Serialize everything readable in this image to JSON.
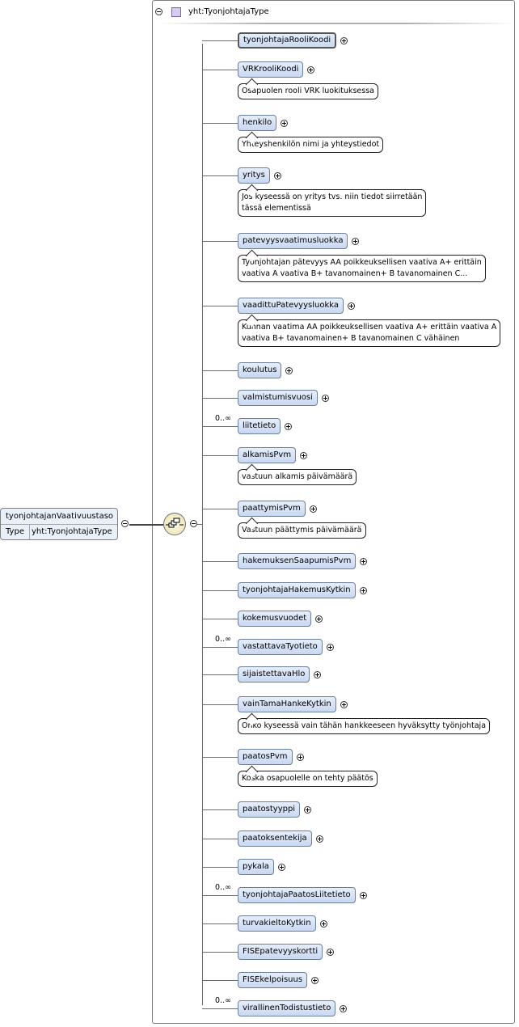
{
  "root": {
    "name": "tyonjohtajanVaativuustaso",
    "type_label": "Type",
    "type_value": "yht:TyonjohtajaType"
  },
  "type_title": "yht:TyonjohtajaType",
  "elements": [
    {
      "label": "tyonjohtajaRooliKoodi",
      "mult": "",
      "note": []
    },
    {
      "label": "VRKrooliKoodi",
      "mult": "",
      "note": [
        "Osapuolen rooli VRK luokituksessa"
      ]
    },
    {
      "label": "henkilo",
      "mult": "",
      "note": [
        "Yhteyshenkilön nimi ja yhteystiedot"
      ]
    },
    {
      "label": "yritys",
      "mult": "",
      "note": [
        "Jos kyseessä on yritys tvs. niin tiedot siirretään",
        "tässä elementissä"
      ]
    },
    {
      "label": "patevyysvaatimusluokka",
      "mult": "",
      "note": [
        "Työnjohtajan pätevyys AA poikkeuksellisen vaativa A+ erittäin",
        "vaativa A vaativa B+ tavanomainen+ B tavanomainen C..."
      ]
    },
    {
      "label": "vaadittuPatevyysluokka",
      "mult": "",
      "note": [
        "Kunnan vaatima AA poikkeuksellisen vaativa A+ erittäin vaativa A",
        "vaativa B+ tavanomainen+ B tavanomainen C vähäinen"
      ]
    },
    {
      "label": "koulutus",
      "mult": "",
      "note": []
    },
    {
      "label": "valmistumisvuosi",
      "mult": "",
      "note": []
    },
    {
      "label": "liitetieto",
      "mult": "0..∞",
      "note": []
    },
    {
      "label": "alkamisPvm",
      "mult": "",
      "note": [
        "vastuun alkamis päivämäärä"
      ]
    },
    {
      "label": "paattymisPvm",
      "mult": "",
      "note": [
        "Vastuun päättymis päivämäärä"
      ]
    },
    {
      "label": "hakemuksenSaapumisPvm",
      "mult": "",
      "note": []
    },
    {
      "label": "tyonjohtajaHakemusKytkin",
      "mult": "",
      "note": []
    },
    {
      "label": "kokemusvuodet",
      "mult": "",
      "note": []
    },
    {
      "label": "vastattavaTyotieto",
      "mult": "0..∞",
      "note": []
    },
    {
      "label": "sijaistettavaHlo",
      "mult": "",
      "note": []
    },
    {
      "label": "vainTamaHankeKytkin",
      "mult": "",
      "note": [
        "Onko kyseessä vain tähän hankkeeseen hyväksytty työnjohtaja"
      ]
    },
    {
      "label": "paatosPvm",
      "mult": "",
      "note": [
        "Koska osapuolelle on tehty päätös"
      ]
    },
    {
      "label": "paatostyyppi",
      "mult": "",
      "note": []
    },
    {
      "label": "paatoksentekija",
      "mult": "",
      "note": []
    },
    {
      "label": "pykala",
      "mult": "",
      "note": []
    },
    {
      "label": "tyonjohtajaPaatosLiitetieto",
      "mult": "0..∞",
      "note": []
    },
    {
      "label": "turvakieltoKytkin",
      "mult": "",
      "note": []
    },
    {
      "label": "FISEpatevyyskortti",
      "mult": "",
      "note": []
    },
    {
      "label": "FISEkelpoisuus",
      "mult": "",
      "note": []
    },
    {
      "label": "virallinenTodistustieto",
      "mult": "0..∞",
      "note": []
    }
  ]
}
